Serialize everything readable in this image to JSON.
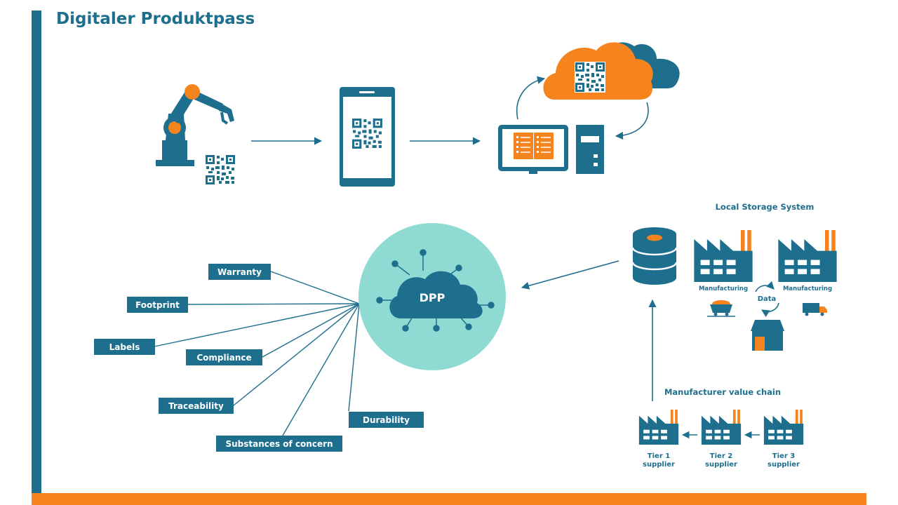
{
  "title": "Digitaler Produktpass",
  "colors": {
    "primary": "#1e6e8e",
    "accent": "#f5841f",
    "circle": "#8fdbd3",
    "cloud_back": "#1e6e8e"
  },
  "hub": {
    "label": "DPP"
  },
  "attributes": [
    "Warranty",
    "Footprint",
    "Labels",
    "Compliance",
    "Traceability",
    "Substances of concern",
    "Durability"
  ],
  "local_storage": {
    "heading": "Local Storage System",
    "manufacturing_left": "Manufacturing",
    "manufacturing_right": "Manufacturing",
    "data_label": "Data"
  },
  "value_chain": {
    "heading": "Manufacturer value chain",
    "tiers": [
      {
        "line1": "Tier 1",
        "line2": "supplier"
      },
      {
        "line1": "Tier 2",
        "line2": "supplier"
      },
      {
        "line1": "Tier 3",
        "line2": "supplier"
      }
    ]
  },
  "icons": [
    "robot-arm-icon",
    "qr-code-icon",
    "smartphone-icon",
    "cloud-icon",
    "monitor-icon",
    "server-tower-icon",
    "database-icon",
    "factory-icon",
    "mine-cart-icon",
    "truck-icon",
    "warehouse-icon",
    "cycle-arrows-icon"
  ]
}
